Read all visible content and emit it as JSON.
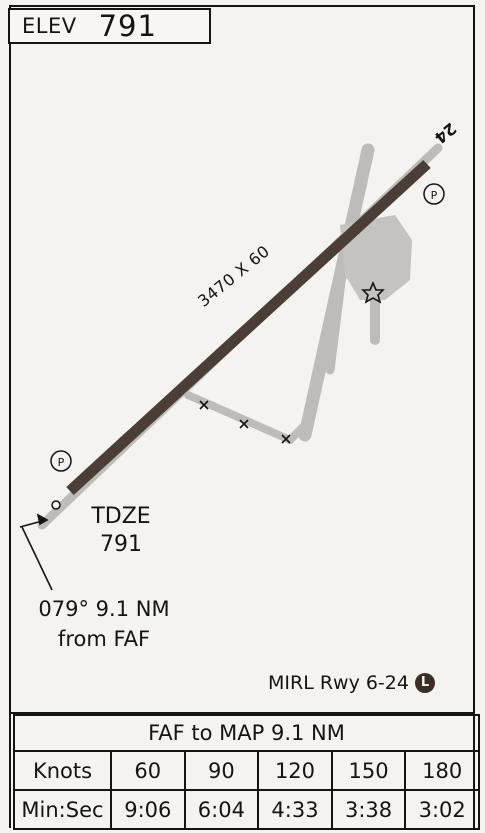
{
  "header": {
    "elev_label": "ELEV",
    "elev_value": "791"
  },
  "runway": {
    "dimensions": "3470 X 60",
    "end_number": "24"
  },
  "tdze": {
    "label": "TDZE",
    "value": "791"
  },
  "approach_course": {
    "line1": "079° 9.1 NM",
    "line2": "from FAF"
  },
  "lighting": {
    "text": "MIRL Rwy 6-24",
    "badge": "L"
  },
  "timing": {
    "title": "FAF to MAP  9.1 NM",
    "row_knots_label": "Knots",
    "row_time_label": "Min:Sec",
    "knots": [
      "60",
      "90",
      "120",
      "150",
      "180"
    ],
    "times": [
      "9:06",
      "6:04",
      "4:33",
      "3:38",
      "3:02"
    ]
  },
  "colors": {
    "ink": "#141414",
    "runway_fill": "#4a3e36",
    "taxiway": "#bdbcb8",
    "paper": "#f4f3ef"
  }
}
